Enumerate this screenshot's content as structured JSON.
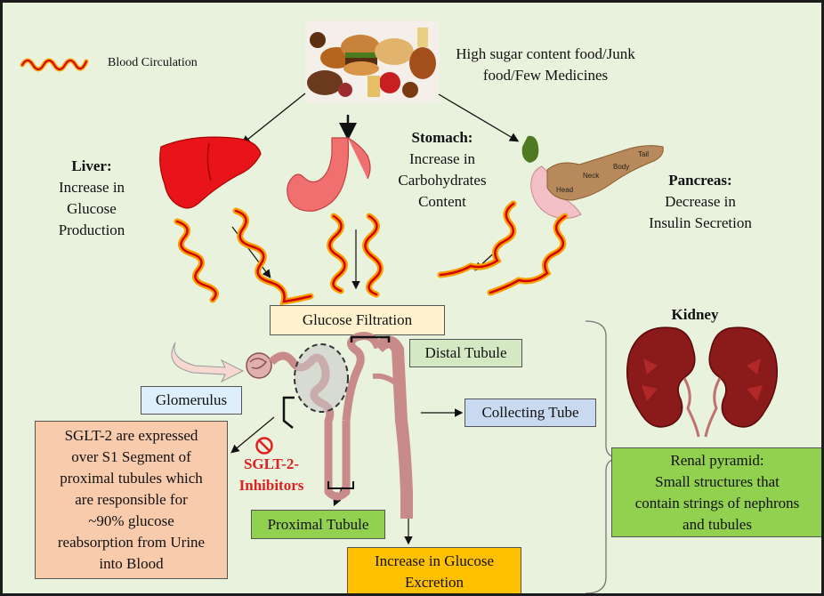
{
  "legend": {
    "label": "Blood Circulation"
  },
  "food": {
    "caption_line1": "High sugar content food/Junk",
    "caption_line2": "food/Few Medicines"
  },
  "liver": {
    "title": "Liver:",
    "desc": [
      "Increase in",
      "Glucose",
      "Production"
    ]
  },
  "stomach": {
    "title": "Stomach:",
    "desc": [
      "Increase in",
      "Carbohydrates",
      "Content"
    ]
  },
  "pancreas": {
    "title": "Pancreas:",
    "desc": [
      "Decrease in",
      "Insulin Secretion"
    ],
    "parts": {
      "head": "Head",
      "neck": "Neck",
      "body": "Body",
      "tail": "Tail"
    }
  },
  "glucose_filtration": "Glucose Filtration",
  "distal_tubule": "Distal Tubule",
  "glomerulus": "Glomerulus",
  "collecting_tube": "Collecting Tube",
  "sglt2_note": [
    "SGLT-2 are expressed",
    "over S1 Segment of",
    "proximal tubules which",
    "are responsible for",
    "~90% glucose",
    "reabsorption from Urine",
    "into Blood"
  ],
  "sglt2_inhibitors": [
    "SGLT-2-",
    "Inhibitors"
  ],
  "proximal_tubule": "Proximal Tubule",
  "glucose_excretion": [
    "Increase in Glucose",
    "Excretion"
  ],
  "kidney": {
    "title": "Kidney",
    "renal_pyramid": [
      "Renal pyramid:",
      "Small structures that",
      "contain strings of nephrons",
      "and tubules"
    ]
  },
  "colors": {
    "background": "#e9f2dd",
    "glucose_box": "#fff2cc",
    "distal_box": "#d5e8c4",
    "glomerulus_box": "#ddeffa",
    "collecting_box": "#c9daf0",
    "sglt2_box": "#f8cbad",
    "inhibitor_text": "#e02020",
    "proximal_box": "#92d050",
    "excretion_box": "#ffc000",
    "renal_box": "#92d050",
    "kidney": "#8b1a1a",
    "liver": "#e8141a",
    "stomach": "#f07070",
    "blood_wave": "#f5a000",
    "nephron": "#c98a8a"
  },
  "icons": [
    "blood-wave-icon",
    "junk-food-image",
    "liver-icon",
    "stomach-icon",
    "pancreas-icon",
    "nephron-icon",
    "kidney-icon",
    "no-symbol-icon"
  ]
}
